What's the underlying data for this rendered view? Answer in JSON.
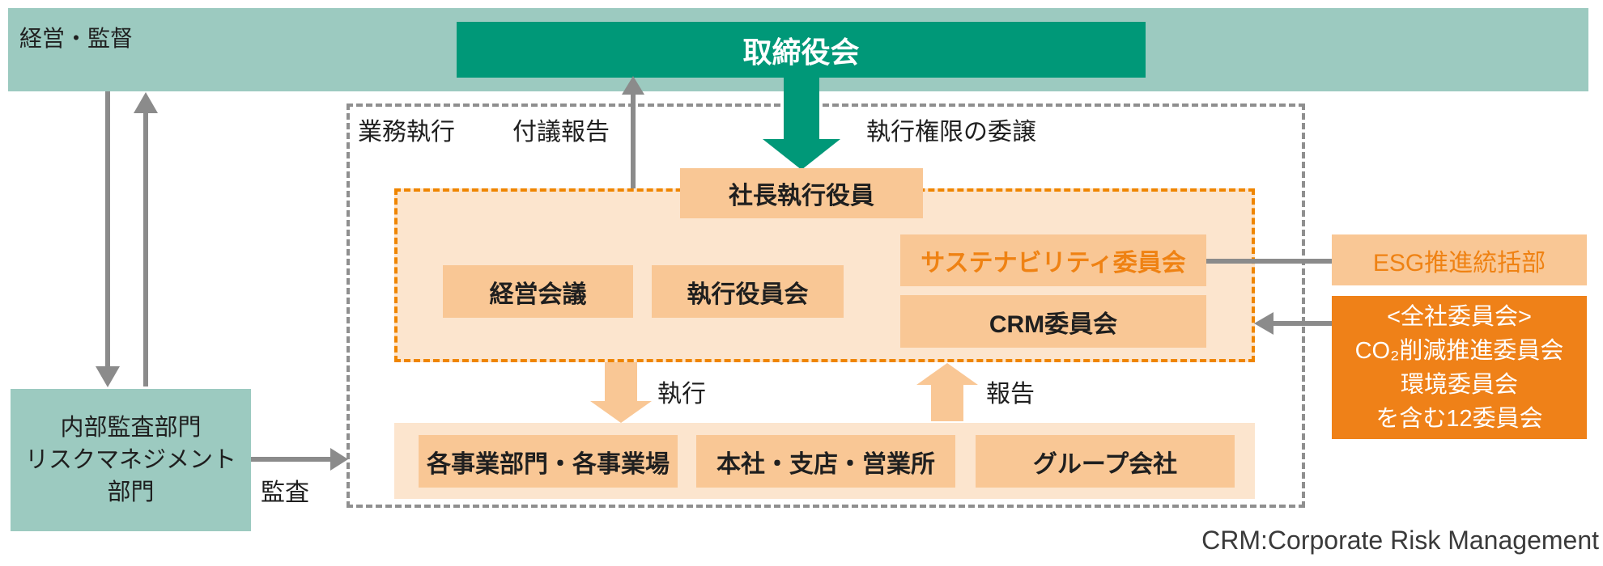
{
  "colors": {
    "band_teal": "#9ccac0",
    "board_teal": "#009878",
    "box_orange": "#f9c795",
    "panel_orange": "#fce5ce",
    "accent_orange": "#ef8118",
    "orange_text": "#ef8213",
    "arrow_gray": "#8b8b8b",
    "dashed_gray": "#8f8f8f",
    "dashed_orange": "#ef8500"
  },
  "top_bar": {
    "label": "経営・監督"
  },
  "board": {
    "label": "取締役会"
  },
  "zone_labels": {
    "execution_zone": "業務執行",
    "referral_report": "付議報告",
    "delegation": "執行権限の委譲"
  },
  "president": {
    "label": "社長執行役員"
  },
  "management_meeting": {
    "label": "経営会議"
  },
  "executive_officers": {
    "label": "執行役員会"
  },
  "sustainability": {
    "label": "サステナビリティ委員会"
  },
  "crm_committee": {
    "label": "CRM委員会"
  },
  "esg_dept": {
    "label": "ESG推進統括部"
  },
  "company_committees": {
    "lines": [
      "<全社委員会>",
      "CO₂削減推進委員会",
      "環境委員会",
      "を含む12委員会"
    ]
  },
  "audit_dept": {
    "lines": [
      "内部監査部門",
      "リスクマネジメント",
      "部門"
    ]
  },
  "flow_labels": {
    "execute": "執行",
    "report": "報告",
    "audit": "監査"
  },
  "operations": [
    {
      "label": "各事業部門・各事業場"
    },
    {
      "label": "本社・支店・営業所"
    },
    {
      "label": "グループ会社"
    }
  ],
  "footnote": {
    "text": "CRM:Corporate Risk Management"
  }
}
